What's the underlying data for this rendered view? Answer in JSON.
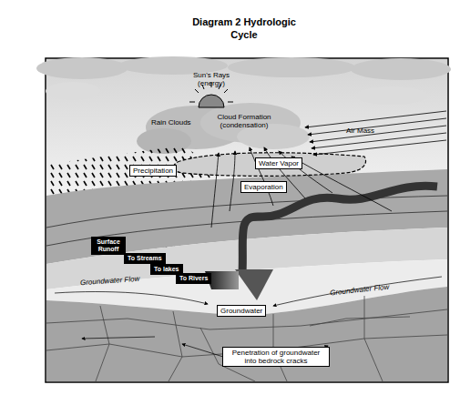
{
  "diagram": {
    "title": "Diagram 2 Hydrologic Cycle",
    "nodes": [
      {
        "text": [
          "Precipitation"
        ]
      },
      {
        "text": [
          "Water Vapor"
        ]
      },
      {
        "text": [
          "Evaporation"
        ]
      },
      {
        "text": [
          "Surface Runoff"
        ]
      },
      {
        "text": [
          "To Streams"
        ]
      },
      {
        "text": [
          "To lakes"
        ]
      },
      {
        "text": [
          "To Rivers"
        ]
      },
      {
        "text": [
          "Groundwater"
        ]
      },
      {
        "text": [
          "Penetration of groundwater into bedrock cracks"
        ]
      }
    ],
    "labels": [
      "Sun's Rays (energy)",
      "Rain Clouds",
      "Cloud Formation (condensation)",
      "Air Mass",
      "Groundwater Flow",
      "Groundwater Flow"
    ]
  }
}
